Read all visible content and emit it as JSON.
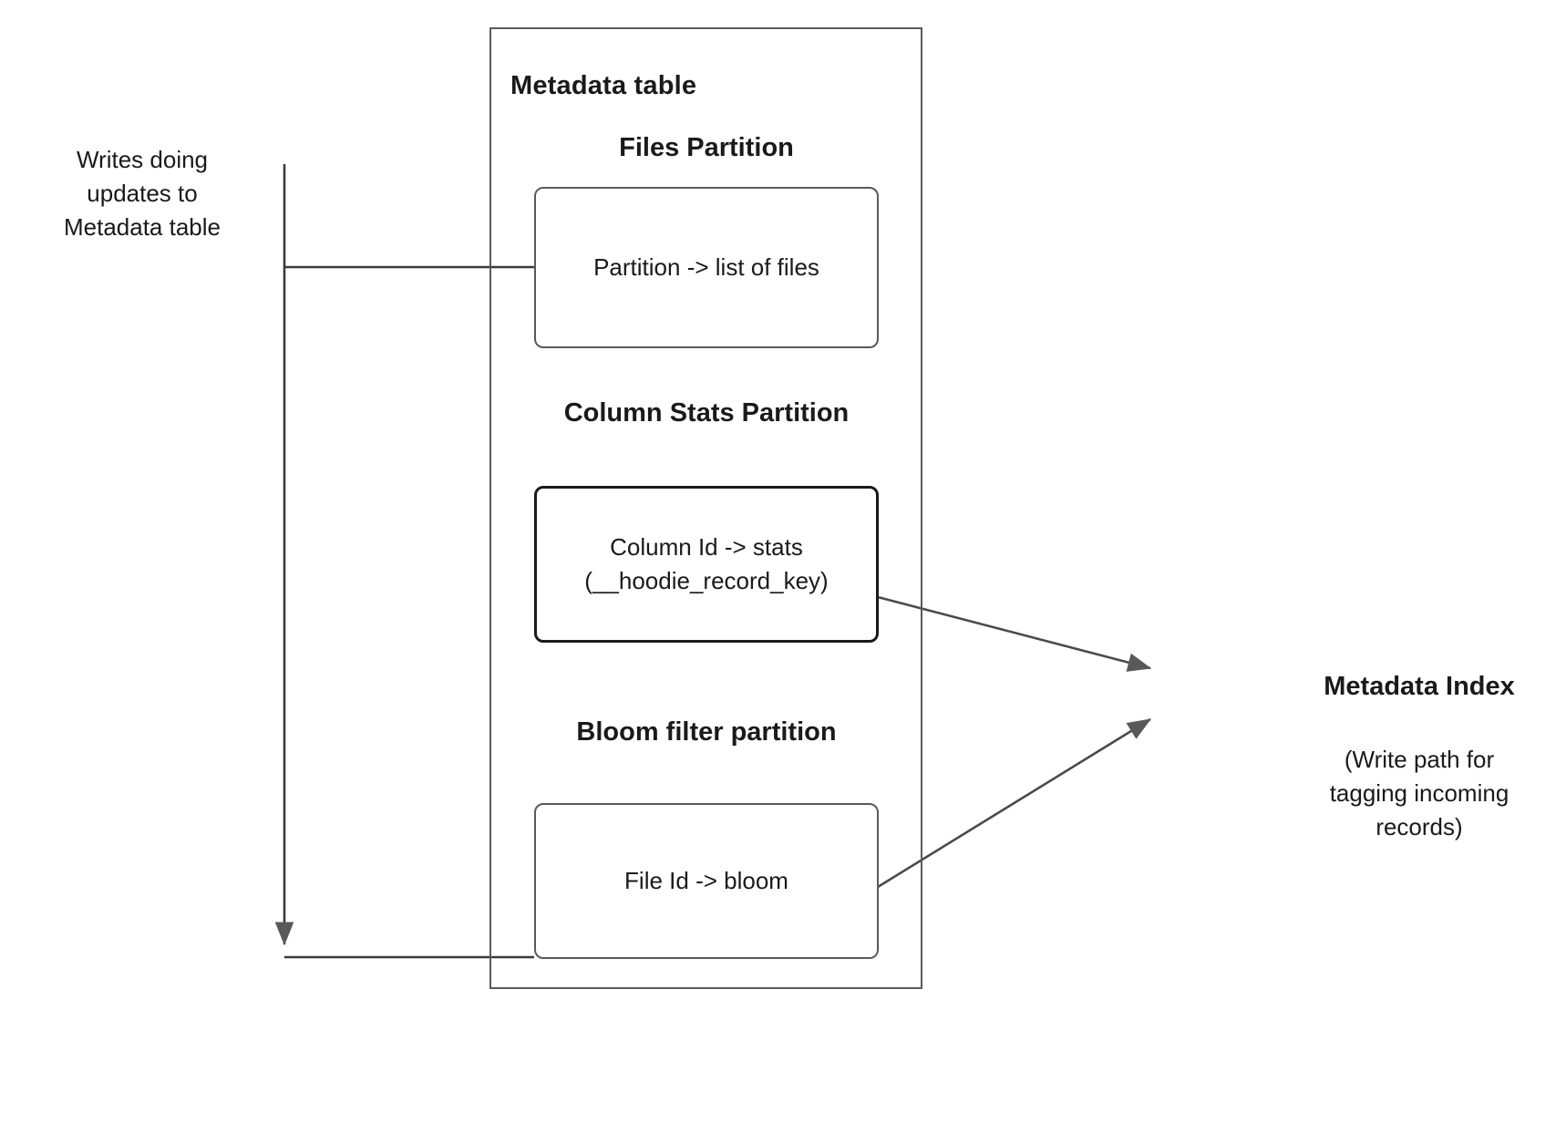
{
  "diagram": {
    "left_note": "Writes doing\nupdates to\nMetadata table",
    "container": {
      "title": "Metadata table",
      "partitions": [
        {
          "heading": "Files Partition",
          "box_text": "Partition -> list of files"
        },
        {
          "heading": "Column Stats\nPartition",
          "box_text": "Column Id  -> stats\n(__hoodie_record_key)"
        },
        {
          "heading": "Bloom filter\npartition",
          "box_text": "File Id -> bloom"
        }
      ]
    },
    "right": {
      "title": "Metadata Index",
      "note": "(Write path for\ntagging incoming\nrecords)"
    },
    "colors": {
      "stroke_gray": "#5a5a5a",
      "stroke_dark": "#1a1a1a",
      "arrow_fill": "#595959",
      "text": "#1a1a1a",
      "background": "#ffffff"
    }
  }
}
